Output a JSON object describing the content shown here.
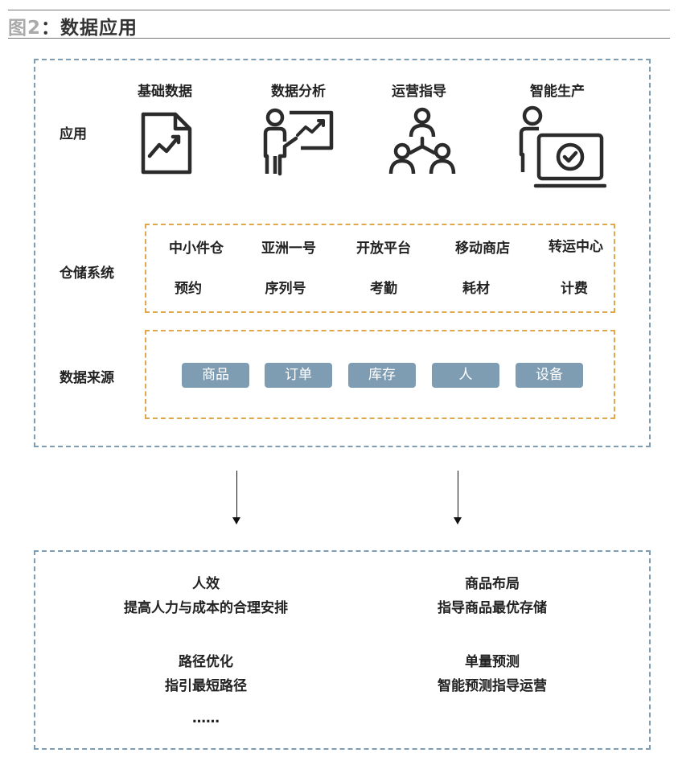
{
  "figure": {
    "title_prefix": "图2",
    "title_suffix": "：数据应用"
  },
  "rows": {
    "apps": "应用",
    "warehouse": "仓储系统",
    "sources": "数据来源"
  },
  "apps": [
    {
      "label": "基础数据",
      "icon": "document-chart-icon"
    },
    {
      "label": "数据分析",
      "icon": "presenter-chart-icon"
    },
    {
      "label": "运营指导",
      "icon": "team-hierarchy-icon"
    },
    {
      "label": "智能生产",
      "icon": "person-monitor-check-icon"
    }
  ],
  "warehouse_row1": [
    "中小件仓",
    "亚洲一号",
    "开放平台",
    "移动商店",
    "转运中心"
  ],
  "warehouse_row2": [
    "预约",
    "序列号",
    "考勤",
    "耗材",
    "计费"
  ],
  "sources": [
    "商品",
    "订单",
    "库存",
    "人",
    "设备"
  ],
  "results": {
    "left": [
      {
        "title": "人效",
        "desc": "提高人力与成本的合理安排"
      },
      {
        "title": "路径优化",
        "desc": "指引最短路径"
      }
    ],
    "right": [
      {
        "title": "商品布局",
        "desc": "指导商品最优存储"
      },
      {
        "title": "单量预测",
        "desc": "智能预测指导运营"
      }
    ],
    "ellipsis": "……"
  },
  "colors": {
    "blue_dash": "#7f9db2",
    "orange_dash": "#e0a84d",
    "chip_bg": "#7f9db2",
    "icon_stroke": "#2b2b2b"
  }
}
